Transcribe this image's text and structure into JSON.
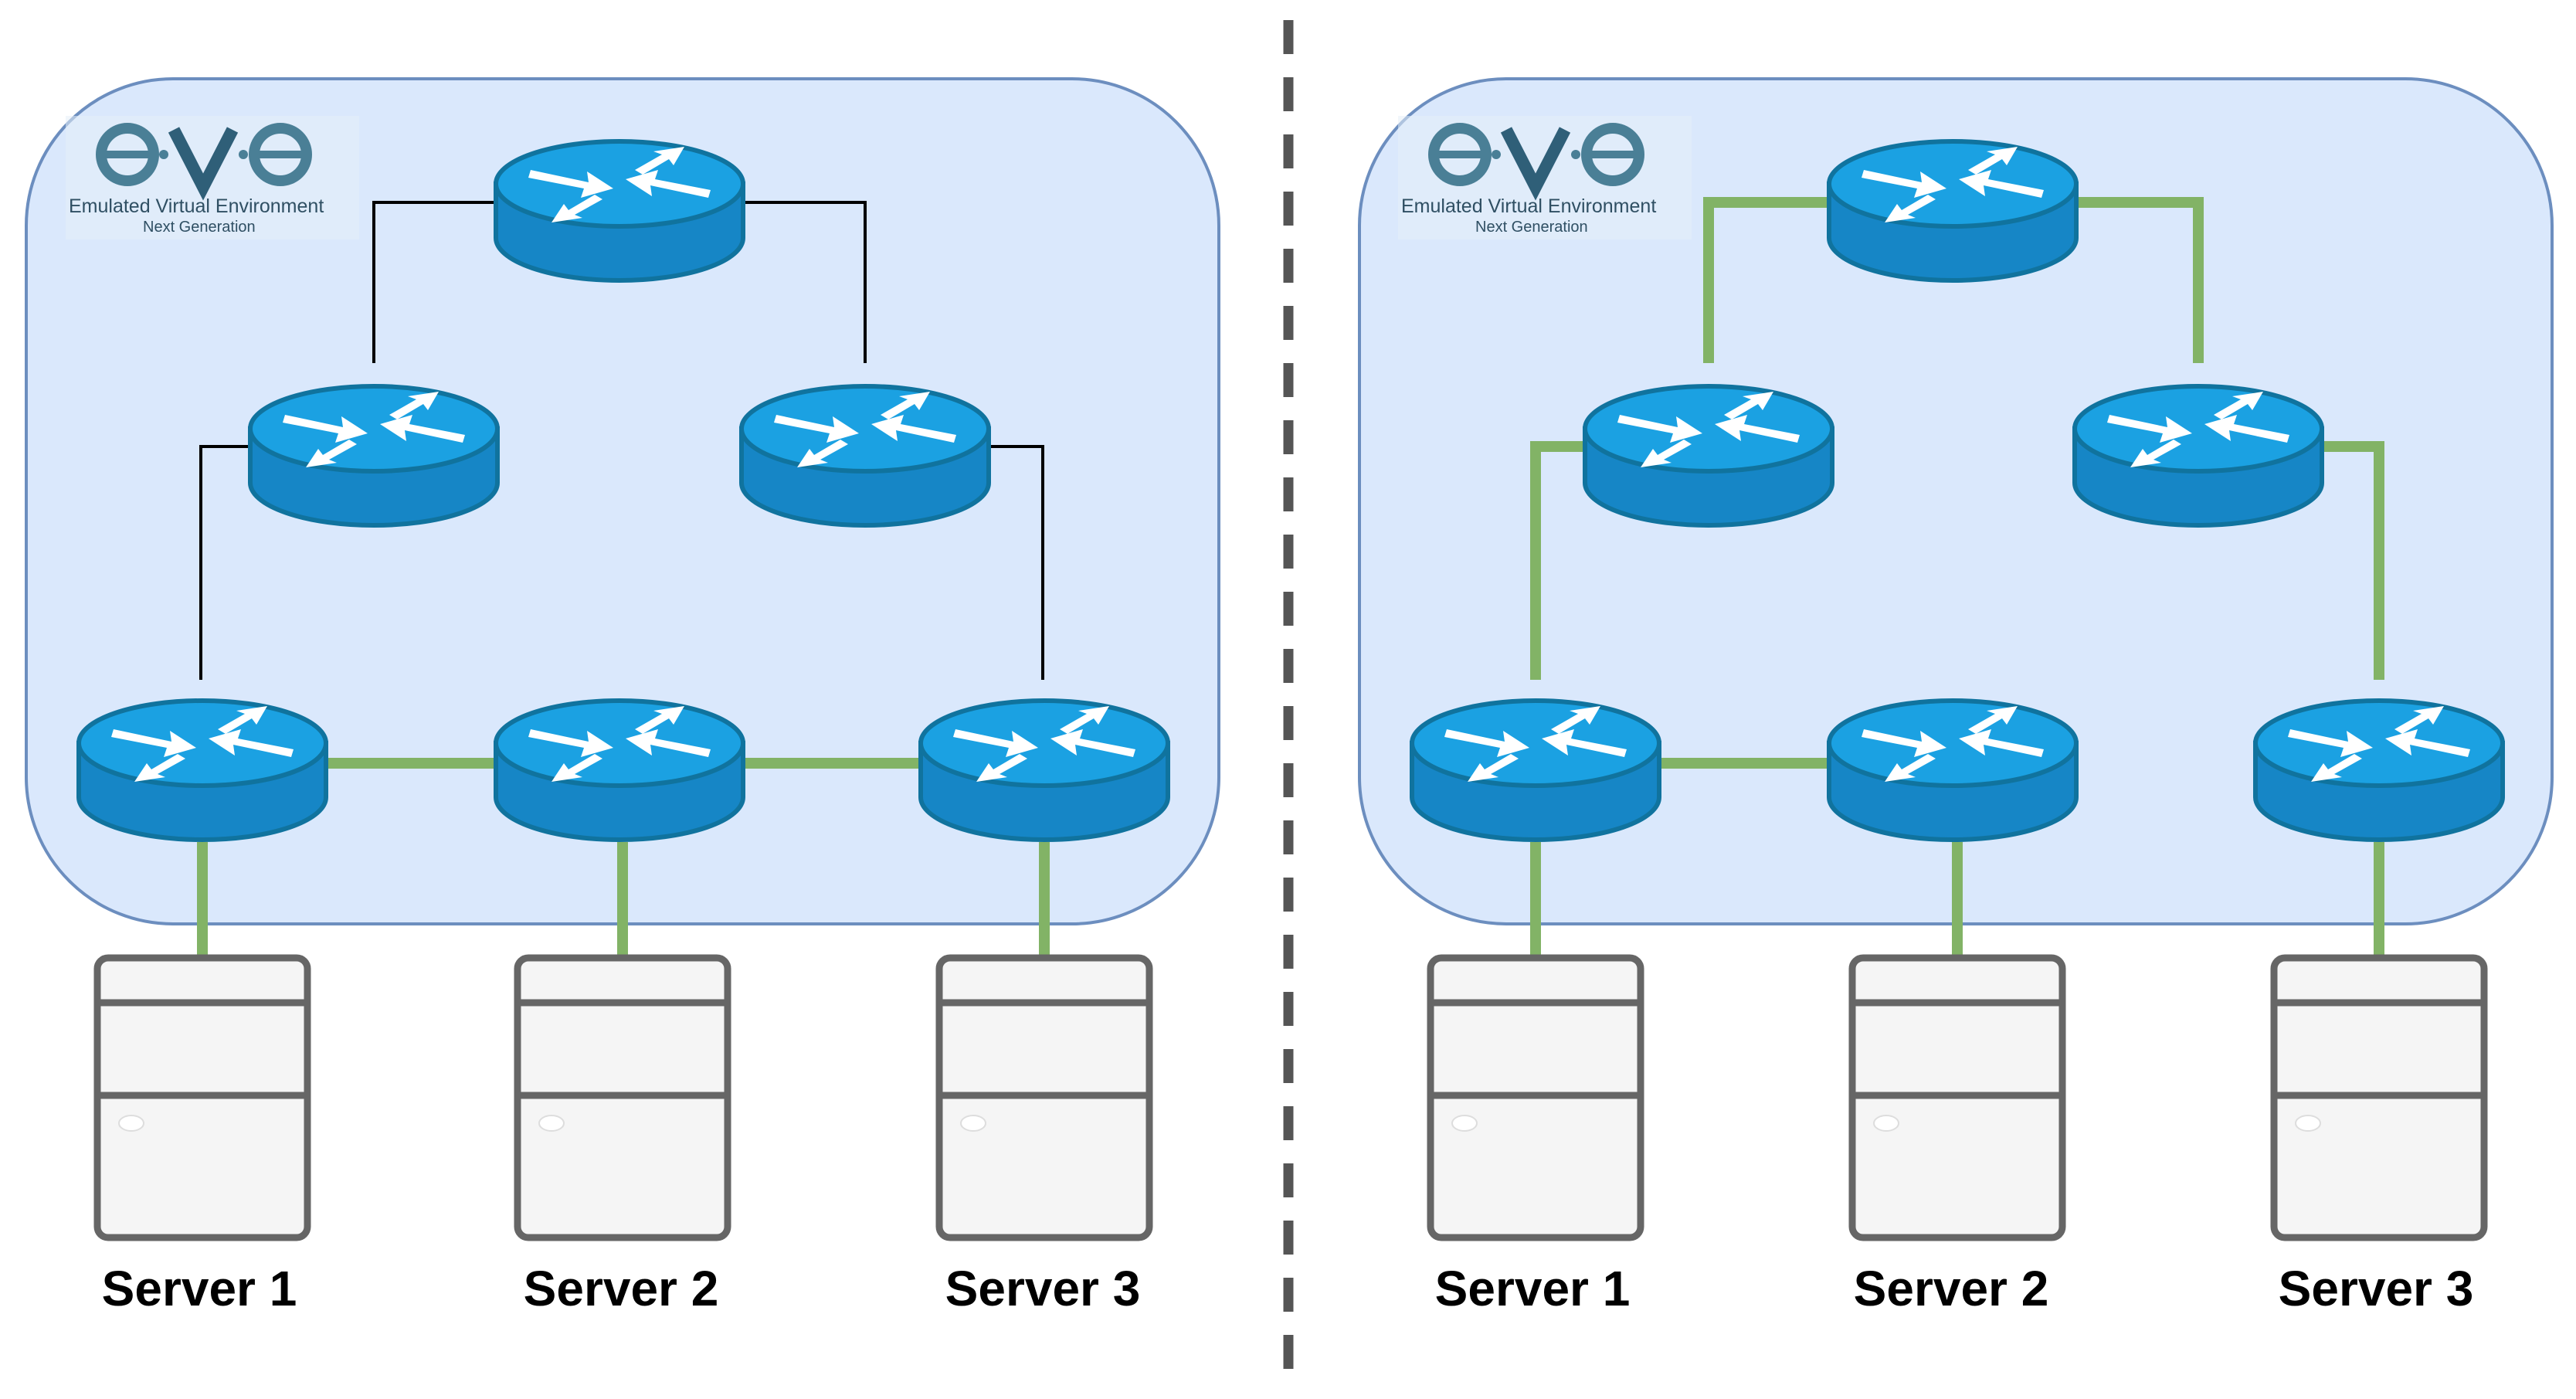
{
  "logo": {
    "text": "eve",
    "tagline": "Emulated Virtual Environment",
    "subtitle": "Next Generation"
  },
  "colors": {
    "zone_fill": "#dae8fc",
    "zone_border": "#6c8ebf",
    "router_top": "#1ba1e2",
    "router_side": "#1686c6",
    "router_outline": "#10739e",
    "thin_link": "#000000",
    "active_link": "#82b366",
    "server_fill": "#f5f5f5",
    "server_stroke": "#666666",
    "divider": "#555555",
    "logo_teal": "#4a7f96",
    "logo_dark": "#2f5f78"
  },
  "icons": {
    "router": "router-icon",
    "server": "server-icon",
    "logo": "eve-logo-icon"
  },
  "diagrams": [
    {
      "name": "left",
      "servers": [
        {
          "label": "Server 1"
        },
        {
          "label": "Server 2"
        },
        {
          "label": "Server 3"
        }
      ]
    },
    {
      "name": "right",
      "servers": [
        {
          "label": "Server 1"
        },
        {
          "label": "Server 2"
        },
        {
          "label": "Server 3"
        }
      ]
    }
  ]
}
